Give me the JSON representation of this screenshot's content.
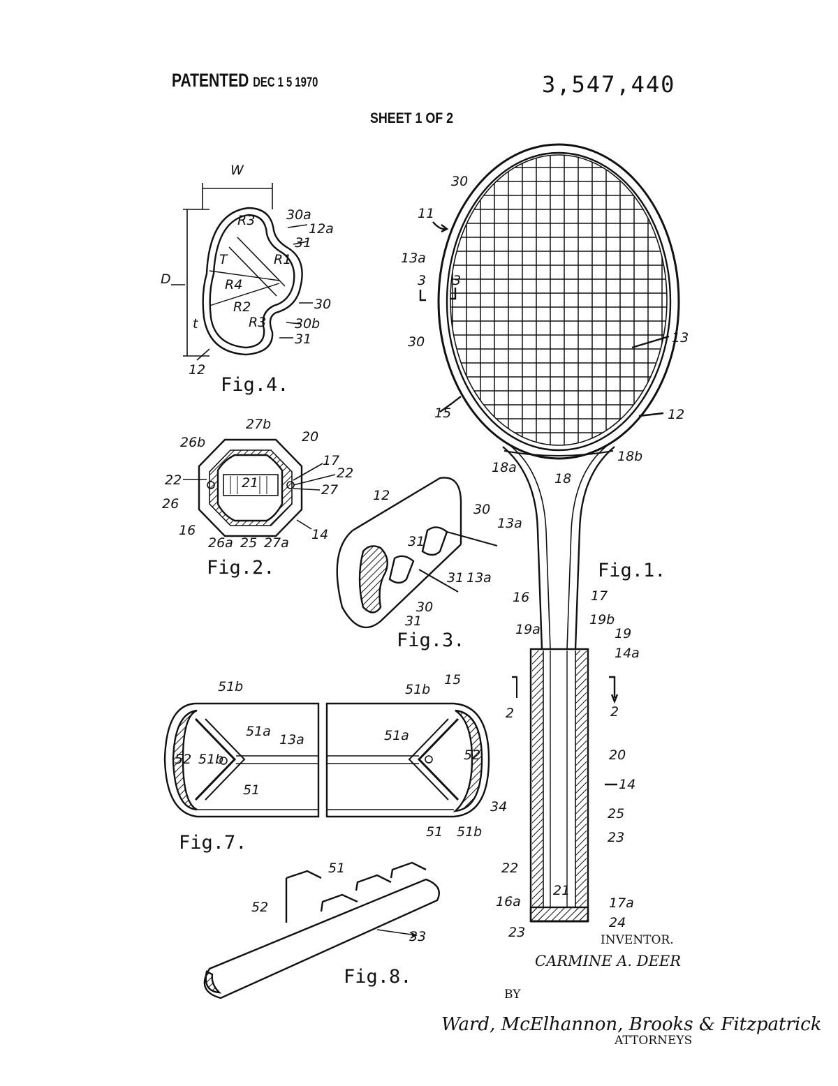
{
  "header": {
    "patented": "PATENTED",
    "date": "DEC 1 5 1970",
    "patent_number": "3,547,440",
    "sheet": "SHEET 1 OF 2"
  },
  "figures": {
    "fig1": "Fig.1.",
    "fig2": "Fig.2.",
    "fig3": "Fig.3.",
    "fig4": "Fig.4.",
    "fig7": "Fig.7.",
    "fig8": "Fig.8."
  },
  "labels": {
    "fig1": [
      "11",
      "30",
      "13a",
      "3",
      "3",
      "30",
      "13",
      "15",
      "12",
      "18a",
      "18",
      "18b",
      "16",
      "17",
      "19a",
      "19b",
      "19",
      "14a",
      "2",
      "2",
      "20",
      "14",
      "25",
      "23",
      "22",
      "21",
      "16a",
      "17a",
      "24",
      "23"
    ],
    "fig2": [
      "27b",
      "20",
      "26b",
      "17",
      "22",
      "22",
      "21",
      "27",
      "26",
      "16",
      "26a",
      "25",
      "27a",
      "14"
    ],
    "fig3": [
      "12",
      "30",
      "13a",
      "31",
      "31",
      "13a",
      "30",
      "31"
    ],
    "fig4": [
      "W",
      "30a",
      "12a",
      "R3",
      "31",
      "T",
      "R1",
      "D",
      "R4",
      "30",
      "R2",
      "R3",
      "30b",
      "t",
      "31",
      "12"
    ],
    "fig7": [
      "51b",
      "51a",
      "13a",
      "52",
      "51b",
      "51",
      "51b",
      "51a",
      "52",
      "15",
      "34",
      "51",
      "51b"
    ],
    "fig8": [
      "51",
      "52",
      "33"
    ]
  },
  "inventor": {
    "heading": "INVENTOR.",
    "name": "CARMINE A. DEER",
    "by": "BY",
    "attorneys": "Ward, McElhannon, Brooks & Fitzpatrick",
    "attorneys_caption": "ATTORNEYS"
  }
}
